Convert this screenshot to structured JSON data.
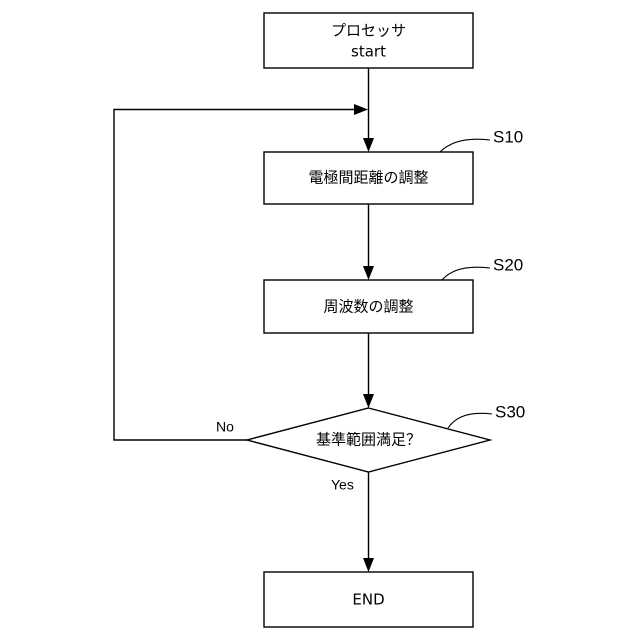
{
  "flowchart": {
    "start": {
      "line1": "プロセッサ",
      "line2": "start"
    },
    "step1": {
      "label": "電極間距離の調整",
      "id": "S10"
    },
    "step2": {
      "label": "周波数の調整",
      "id": "S20"
    },
    "decision": {
      "label": "基準範囲満足？",
      "id": "S30",
      "no_label": "No",
      "yes_label": "Yes"
    },
    "end": {
      "label": "END"
    }
  }
}
